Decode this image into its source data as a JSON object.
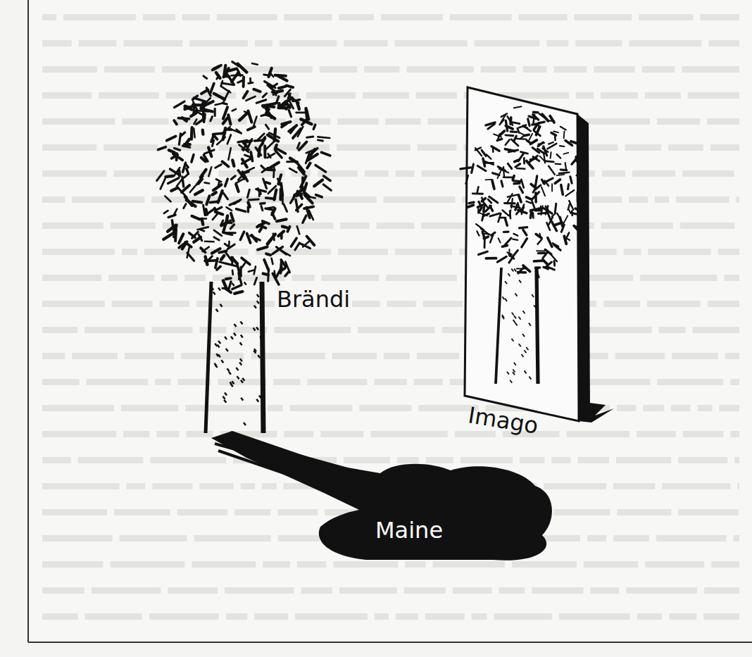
{
  "diagram": {
    "labels": [
      "Brändi",
      "Imago",
      "Maine"
    ]
  }
}
